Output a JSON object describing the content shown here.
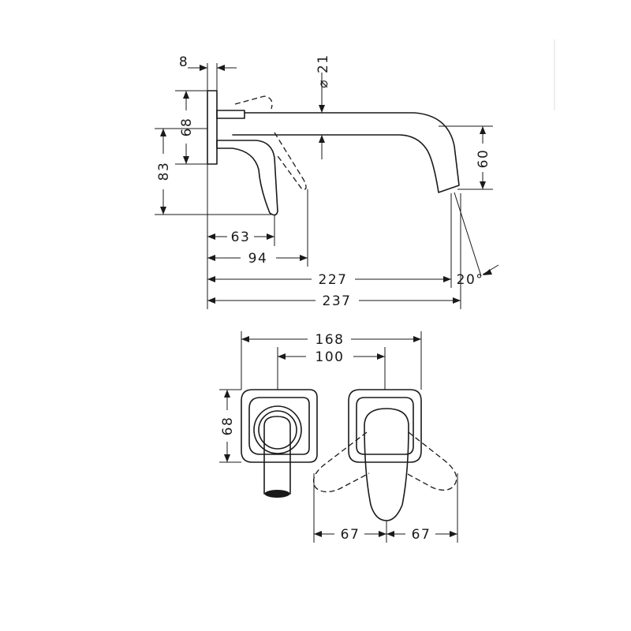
{
  "side_view": {
    "wall_plate_thickness": "8",
    "lever_height": "68",
    "lever_total_height": "83",
    "spout_diameter": "⌀ 21",
    "spout_drop": "60",
    "lever_reach": "63",
    "lever_reach_open": "94",
    "spout_projection": "227",
    "overall_projection": "237",
    "outlet_angle": "20°"
  },
  "front_view": {
    "plate_span": "168",
    "center_distance": "100",
    "plate_height": "68",
    "lever_swing_left": "67",
    "lever_swing_right": "67"
  }
}
